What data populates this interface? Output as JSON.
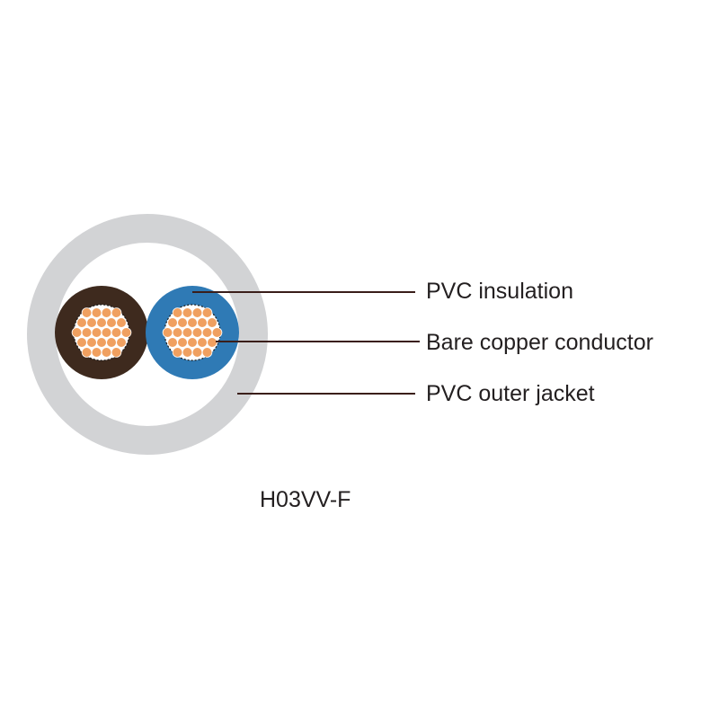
{
  "labels": {
    "insulation": "PVC insulation",
    "conductor": "Bare copper conductor",
    "jacket": "PVC outer jacket"
  },
  "caption": "H03VV-F",
  "colors": {
    "jacket": "#d2d3d5",
    "core_brown": "#3e2a1e",
    "core_blue": "#2f7ab5",
    "copper": "#f0a060",
    "leader": "#3a1e1a",
    "text": "#231f20"
  }
}
